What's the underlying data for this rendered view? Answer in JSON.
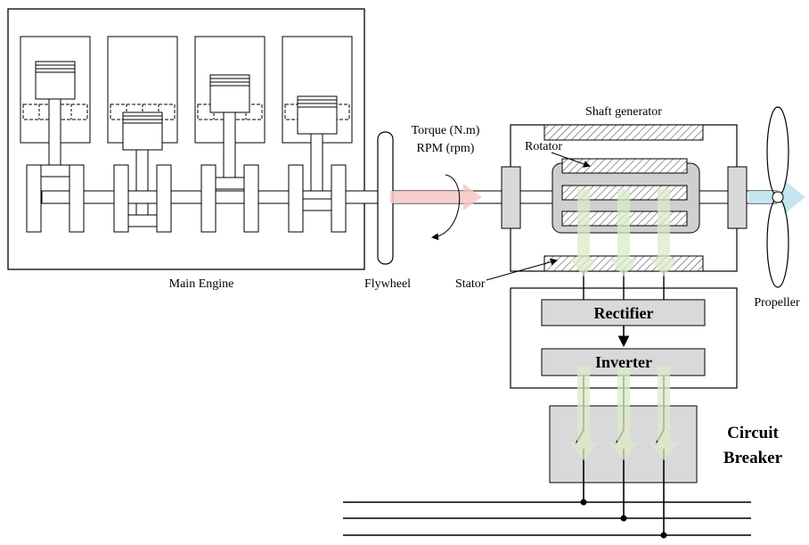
{
  "labels": {
    "main_engine": "Main Engine",
    "flywheel": "Flywheel",
    "torque": "Torque (N.m)",
    "rpm": "RPM (rpm)",
    "shaft_generator": "Shaft generator",
    "rotator": "Rotator",
    "stator": "Stator",
    "propeller": "Propeller",
    "rectifier": "Rectifier",
    "inverter": "Inverter",
    "circuit": "Circuit",
    "breaker": "Breaker"
  },
  "colors": {
    "line": "#000000",
    "shaft_arrow": "#f4c7c3",
    "propeller_arrow": "#bfe3f0",
    "power_arrow": "#dcebc8",
    "block_fill": "#d9d9d9",
    "generator_body": "#cfcfcf"
  }
}
